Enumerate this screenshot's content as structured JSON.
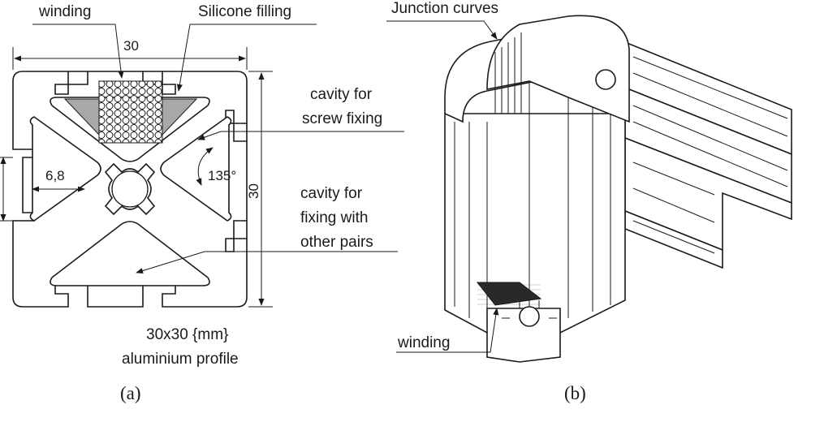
{
  "panel_a": {
    "label_winding": "winding",
    "label_silicone": "Silicone filling",
    "dim_width": "30",
    "dim_height": "30",
    "dim_slot": "6,8",
    "angle": "135°",
    "cavity_screw_line1": "cavity for",
    "cavity_screw_line2": "screw fixing",
    "cavity_pairs_line1": "cavity for",
    "cavity_pairs_line2": "fixing with",
    "cavity_pairs_line3": "other pairs",
    "profile_line1": "30x30 {mm}",
    "profile_line2": "aluminium profile",
    "caption": "(a)"
  },
  "panel_b": {
    "label_junction": "Junction curves",
    "label_winding": "winding",
    "caption": "(b)"
  },
  "colors": {
    "silicone": "#a8a8a8",
    "ink": "#1a1a1a",
    "winding_band": "#2a2a2a"
  }
}
